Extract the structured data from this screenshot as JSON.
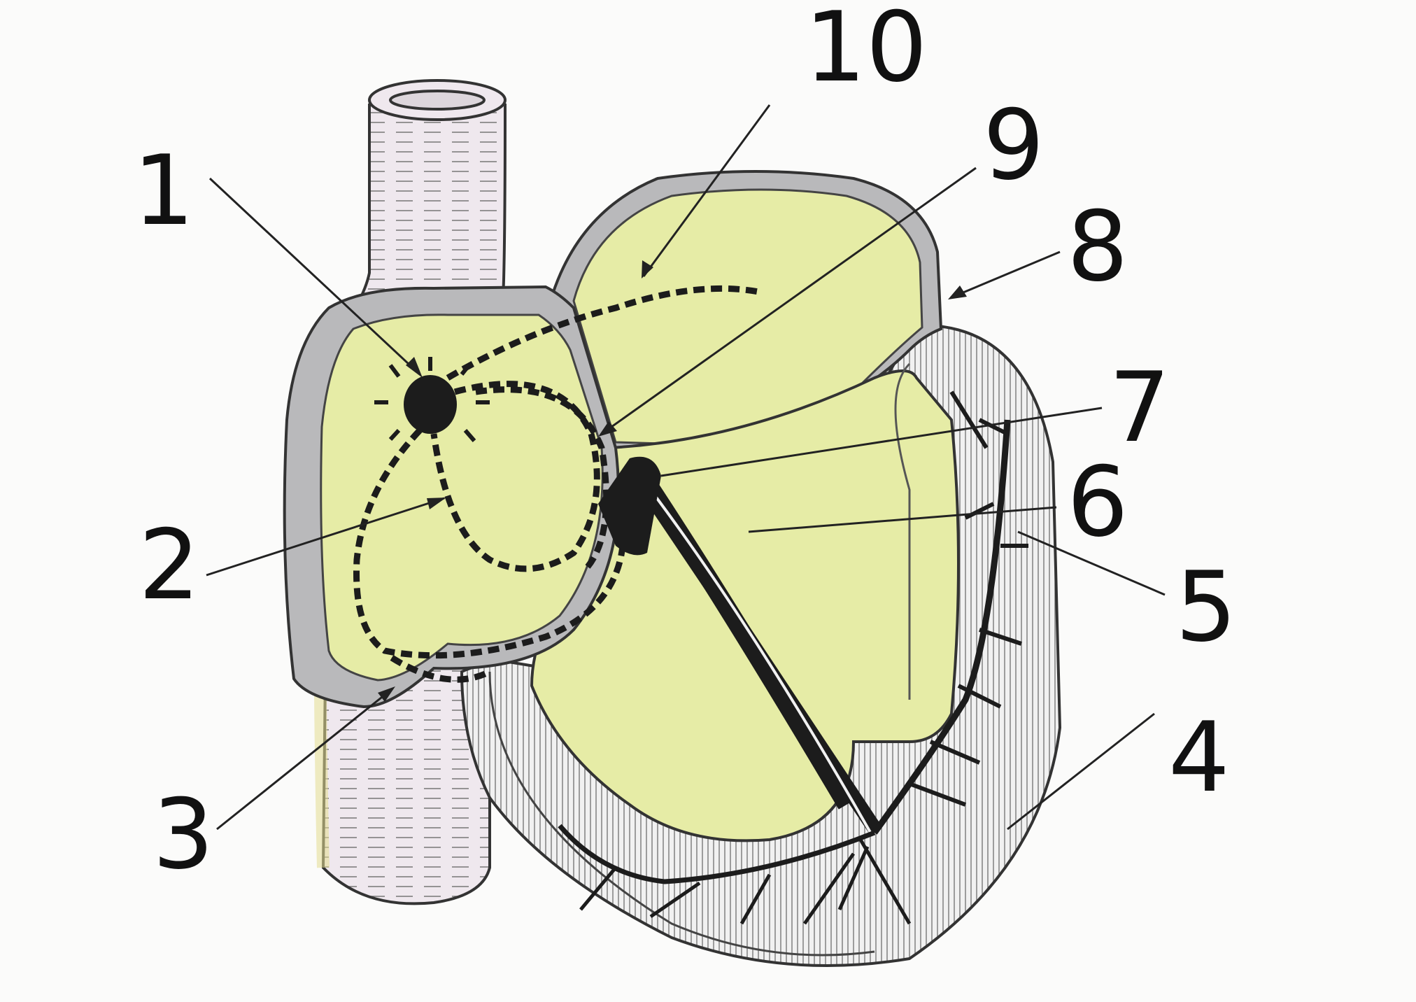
{
  "diagram": {
    "labels": [
      {
        "id": "1",
        "text": "1"
      },
      {
        "id": "2",
        "text": "2"
      },
      {
        "id": "3",
        "text": "3"
      },
      {
        "id": "4",
        "text": "4"
      },
      {
        "id": "5",
        "text": "5"
      },
      {
        "id": "6",
        "text": "6"
      },
      {
        "id": "7",
        "text": "7"
      },
      {
        "id": "8",
        "text": "8"
      },
      {
        "id": "9",
        "text": "9"
      },
      {
        "id": "10",
        "text": "10"
      }
    ]
  },
  "colors": {
    "background": "#fbfbfa",
    "chamber_fill": "#e6eca6",
    "wall_gray": "#b9b9bb",
    "vein_fill": "#efe8ee",
    "conduction_black": "#1c1c1c",
    "ink": "#111111"
  }
}
